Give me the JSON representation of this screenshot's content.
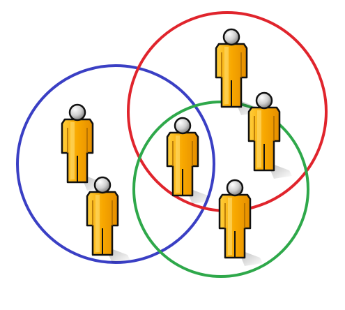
{
  "colors": {
    "background": "#ffffff",
    "blue_circle": "#3a3fc4",
    "red_circle": "#e0242c",
    "green_circle": "#2ea84a",
    "figure_body": "#f7a400",
    "figure_highlight": "#ffd35a",
    "figure_outline": "#111111",
    "figure_head": "#c8c8c8",
    "shadow": "#000000"
  },
  "groups": [
    {
      "name": "blue-group",
      "color_key": "blue_circle"
    },
    {
      "name": "red-group",
      "color_key": "red_circle"
    },
    {
      "name": "green-group",
      "color_key": "green_circle"
    }
  ],
  "people": [
    {
      "name": "person-blue-upper",
      "icon": "person-icon"
    },
    {
      "name": "person-blue-lower",
      "icon": "person-icon"
    },
    {
      "name": "person-center",
      "icon": "person-icon"
    },
    {
      "name": "person-red-top",
      "icon": "person-icon"
    },
    {
      "name": "person-red-right",
      "icon": "person-icon"
    },
    {
      "name": "person-green-lower",
      "icon": "person-icon"
    }
  ]
}
